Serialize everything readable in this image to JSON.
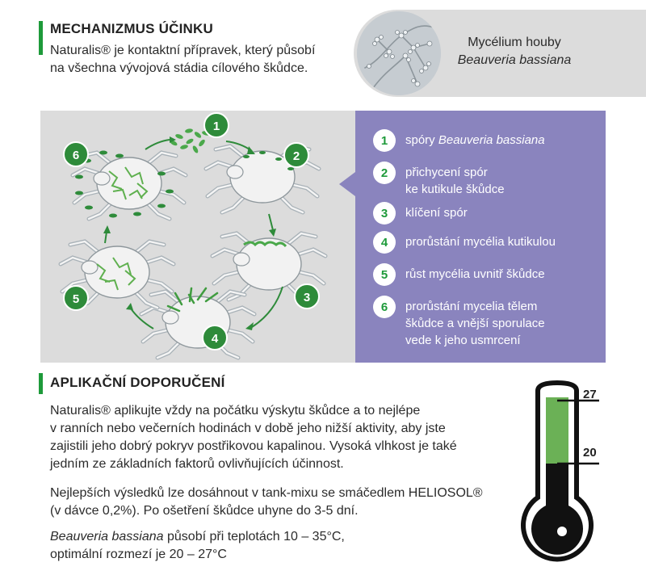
{
  "mechanism": {
    "heading": "MECHANIZMUS ÚČINKU",
    "line1": "Naturalis® je kontaktní přípravek, který působí",
    "line2": "na všechna vývojová stádia cílového škůdce."
  },
  "fungus": {
    "line1": "Mycélium houby",
    "line2": "Beauveria bassiana"
  },
  "lifecycle": {
    "stages": [
      "1",
      "2",
      "3",
      "4",
      "5",
      "6"
    ],
    "legend": [
      {
        "num": "1",
        "text": "spóry ",
        "italic": "Beauveria bassiana"
      },
      {
        "num": "2",
        "text": "přichycení spór\nke kutikule škůdce"
      },
      {
        "num": "3",
        "text": "klíčení spór"
      },
      {
        "num": "4",
        "text": "prorůstání mycélia kutikulou"
      },
      {
        "num": "5",
        "text": "růst mycélia uvnitř škůdce"
      },
      {
        "num": "6",
        "text": "prorůstání mycelia tělem\nškůdce a vnější sporulace\nvede k jeho usmrcení"
      }
    ]
  },
  "application": {
    "heading": "APLIKAČNÍ DOPORUČENÍ",
    "p1": [
      "Naturalis® aplikujte vždy na počátku výskytu škůdce a to nejlépe",
      "v ranních nebo večerních hodinách v době jeho nižší aktivity, aby jste",
      "zajistili jeho dobrý pokryv postřikovou kapalinou. Vysoká vlhkost je také",
      "jedním ze základních faktorů ovlivňujících účinnost."
    ],
    "p2": [
      "Nejlepších výsledků lze dosáhnout v tank-mixu se smáčedlem HELIOSOL®",
      "(v dávce 0,2%). Po ošetření škůdce uhyne do 3-5 dní."
    ],
    "p3_italic": "Beauveria bassiana",
    "p3_rest": " působí při teplotách  10 – 35°C,",
    "p3_line2": "optimální rozmezí je 20 – 27°C"
  },
  "thermometer": {
    "upper": "27",
    "lower": "20",
    "optimal_min": 20,
    "optimal_max": 27
  },
  "colors": {
    "accent_green": "#1e9a3a",
    "legend_purple": "#8a84be",
    "panel_grey": "#dcdcdc"
  }
}
